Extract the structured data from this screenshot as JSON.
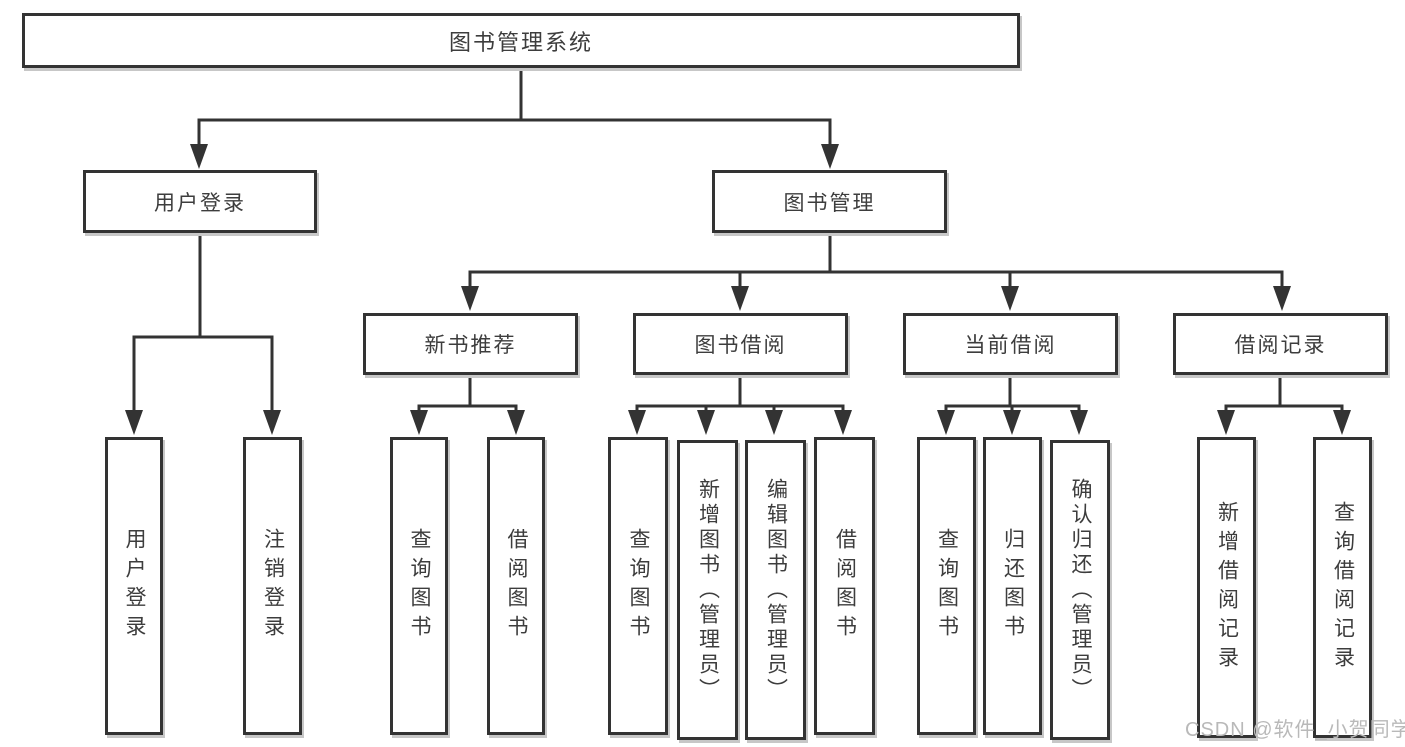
{
  "diagram_type": "hierarchy-tree",
  "colors": {
    "line": "#333333",
    "node_border": "#333333",
    "text": "#3d3d3d",
    "node_shadow": "#c7c7c7",
    "watermark": "#b9b9b9",
    "background": "#ffffff"
  },
  "tree": {
    "root": {
      "label": "图书管理系统"
    },
    "children": [
      {
        "label": "用户登录",
        "children": [
          {
            "label": "用户登录"
          },
          {
            "label": "注销登录"
          }
        ]
      },
      {
        "label": "图书管理",
        "children": [
          {
            "label": "新书推荐",
            "children": [
              {
                "label": "查询图书"
              },
              {
                "label": "借阅图书"
              }
            ]
          },
          {
            "label": "图书借阅",
            "children": [
              {
                "label": "查询图书"
              },
              {
                "label": "新增图书（管理员）"
              },
              {
                "label": "编辑图书（管理员）"
              },
              {
                "label": "借阅图书"
              }
            ]
          },
          {
            "label": "当前借阅",
            "children": [
              {
                "label": "查询图书"
              },
              {
                "label": "归还图书"
              },
              {
                "label": "确认归还（管理员）"
              }
            ]
          },
          {
            "label": "借阅记录",
            "children": [
              {
                "label": "新增借阅记录"
              },
              {
                "label": "查询借阅记录"
              }
            ]
          }
        ]
      }
    ]
  },
  "watermark": {
    "text": "CSDN @软件_小贺同学"
  }
}
